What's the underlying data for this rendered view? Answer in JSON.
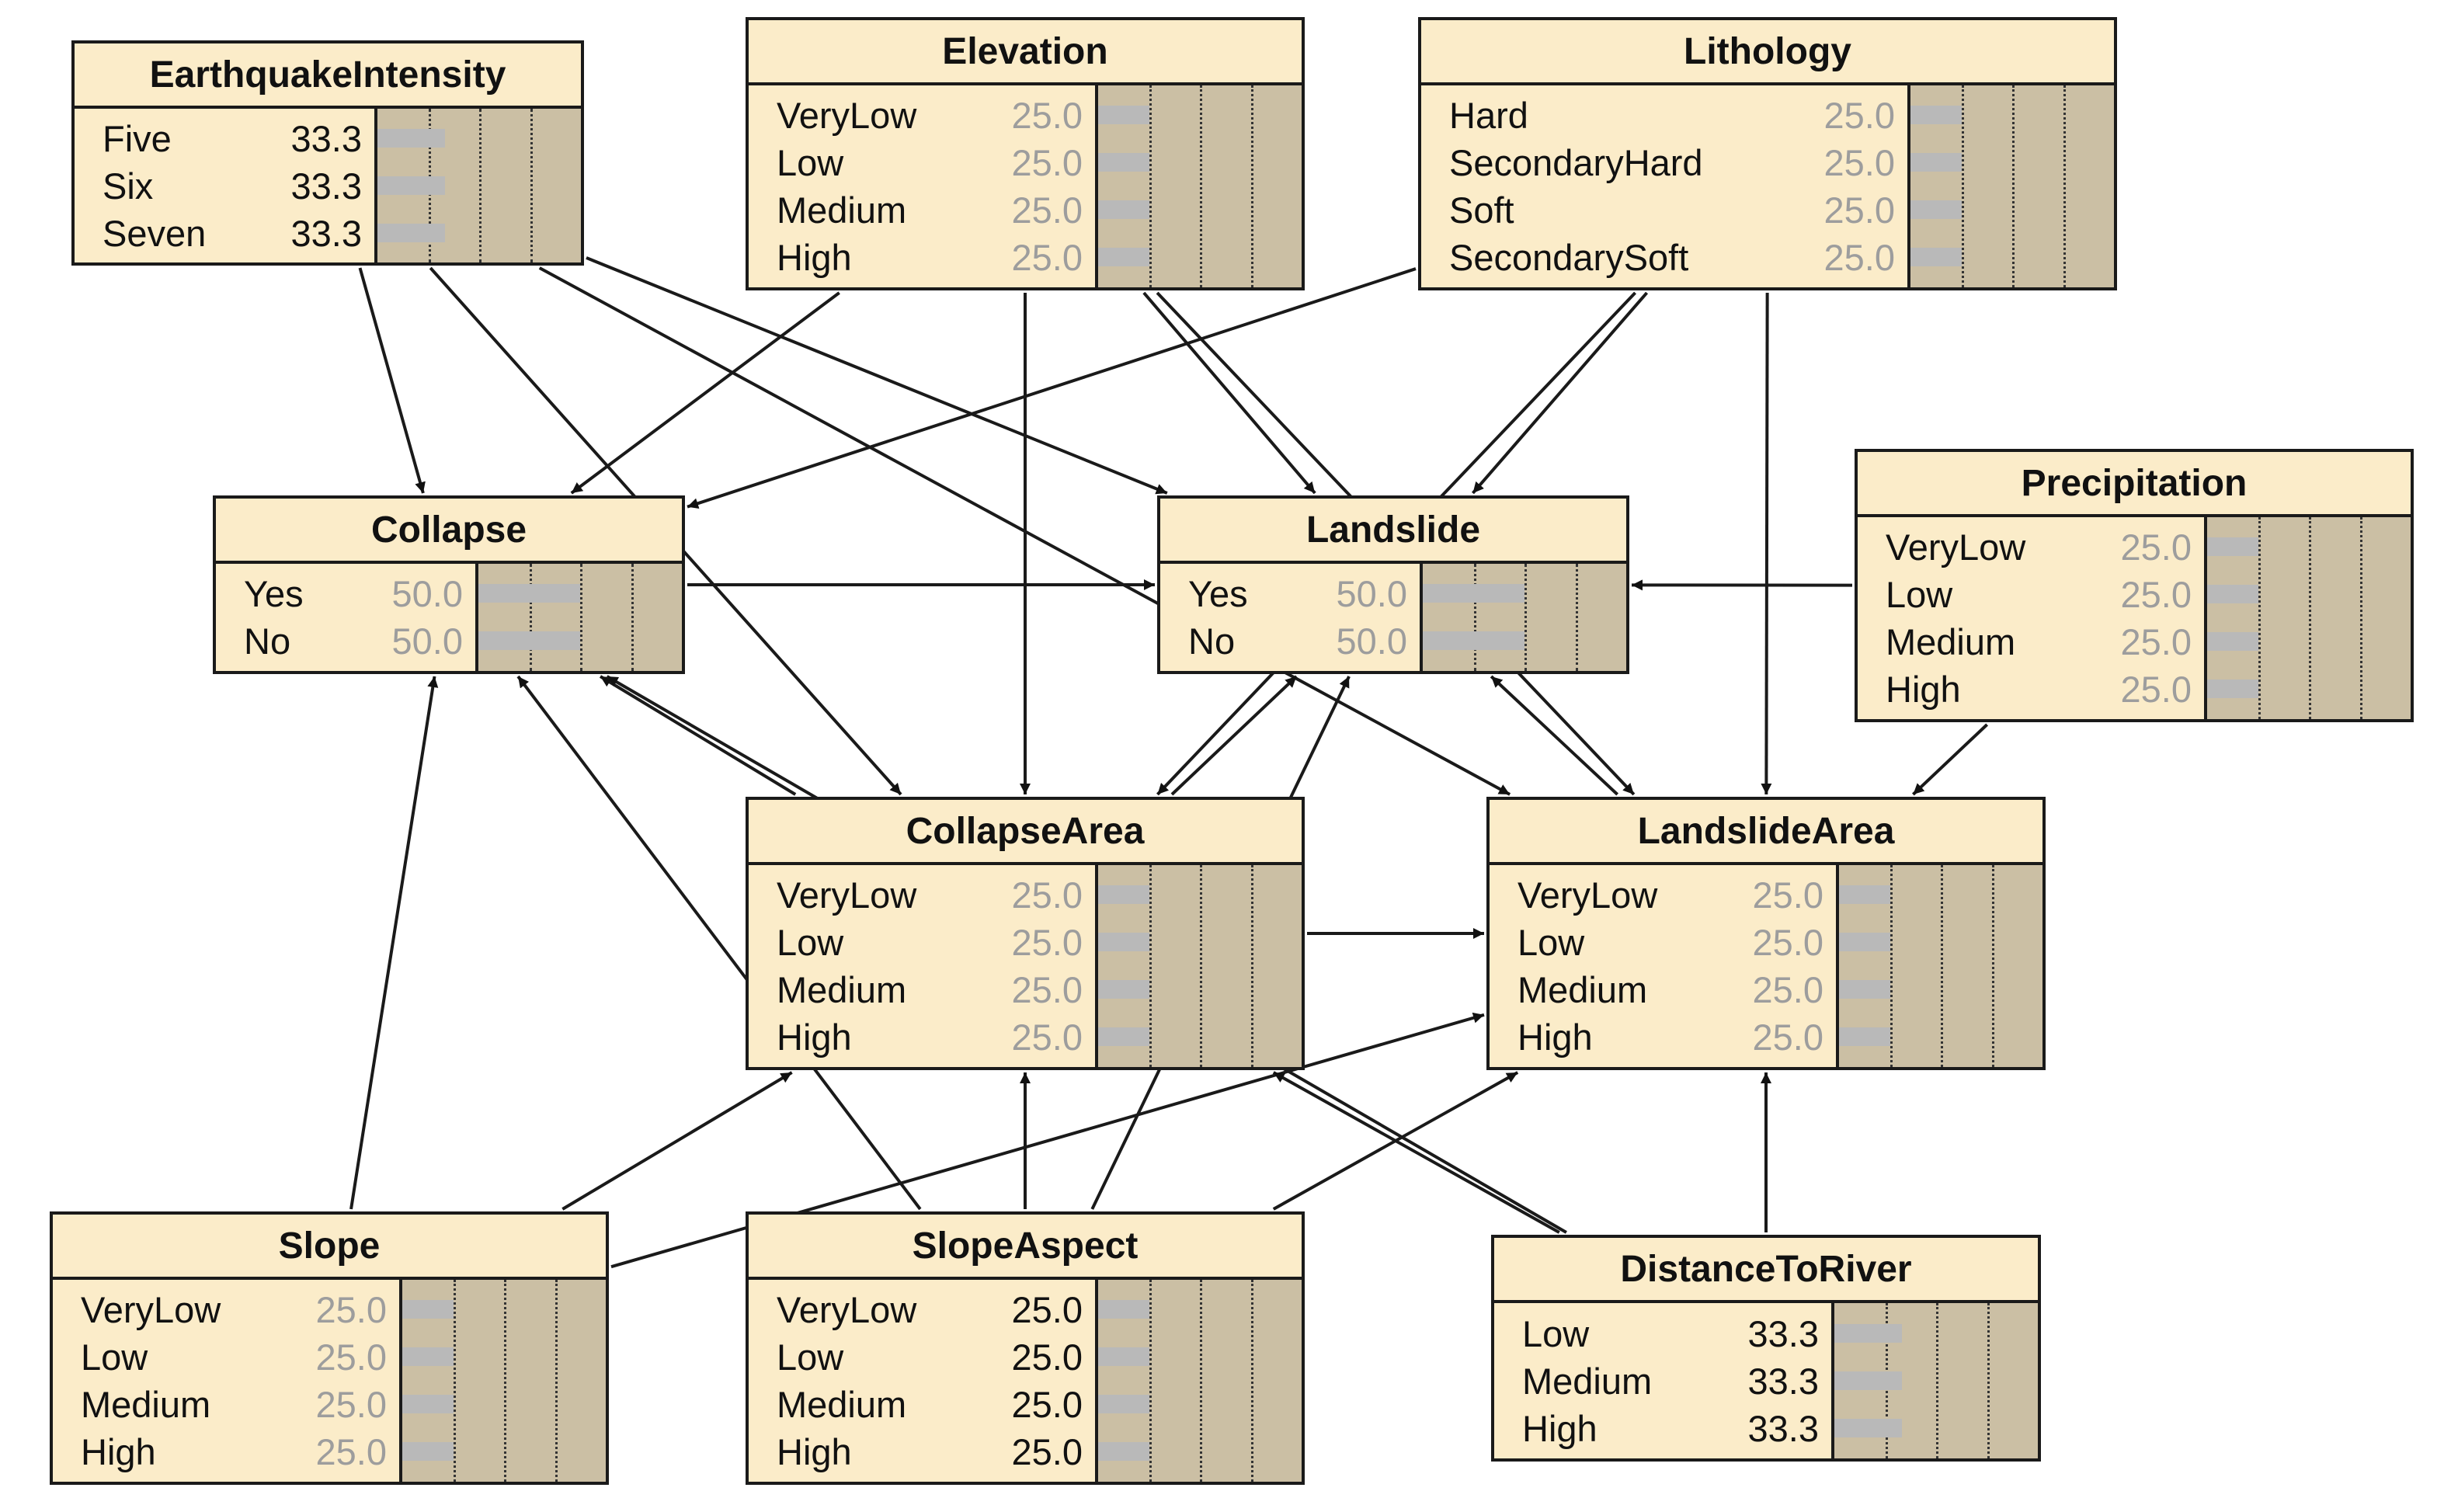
{
  "nodes": [
    {
      "id": "EarthquakeIntensity",
      "title": "EarthquakeIntensity",
      "value_style": "plain",
      "states": [
        {
          "label": "Five",
          "value": "33.3"
        },
        {
          "label": "Six",
          "value": "33.3"
        },
        {
          "label": "Seven",
          "value": "33.3"
        }
      ]
    },
    {
      "id": "Elevation",
      "title": "Elevation",
      "value_style": "muted",
      "states": [
        {
          "label": "VeryLow",
          "value": "25.0"
        },
        {
          "label": "Low",
          "value": "25.0"
        },
        {
          "label": "Medium",
          "value": "25.0"
        },
        {
          "label": "High",
          "value": "25.0"
        }
      ]
    },
    {
      "id": "Lithology",
      "title": "Lithology",
      "value_style": "muted",
      "states": [
        {
          "label": "Hard",
          "value": "25.0"
        },
        {
          "label": "SecondaryHard",
          "value": "25.0"
        },
        {
          "label": "Soft",
          "value": "25.0"
        },
        {
          "label": "SecondarySoft",
          "value": "25.0"
        }
      ]
    },
    {
      "id": "Precipitation",
      "title": "Precipitation",
      "value_style": "muted",
      "states": [
        {
          "label": "VeryLow",
          "value": "25.0"
        },
        {
          "label": "Low",
          "value": "25.0"
        },
        {
          "label": "Medium",
          "value": "25.0"
        },
        {
          "label": "High",
          "value": "25.0"
        }
      ]
    },
    {
      "id": "Collapse",
      "title": "Collapse",
      "value_style": "muted",
      "states": [
        {
          "label": "Yes",
          "value": "50.0"
        },
        {
          "label": "No",
          "value": "50.0"
        }
      ]
    },
    {
      "id": "Landslide",
      "title": "Landslide",
      "value_style": "muted",
      "states": [
        {
          "label": "Yes",
          "value": "50.0"
        },
        {
          "label": "No",
          "value": "50.0"
        }
      ]
    },
    {
      "id": "CollapseArea",
      "title": "CollapseArea",
      "value_style": "muted",
      "states": [
        {
          "label": "VeryLow",
          "value": "25.0"
        },
        {
          "label": "Low",
          "value": "25.0"
        },
        {
          "label": "Medium",
          "value": "25.0"
        },
        {
          "label": "High",
          "value": "25.0"
        }
      ]
    },
    {
      "id": "LandslideArea",
      "title": "LandslideArea",
      "value_style": "muted",
      "states": [
        {
          "label": "VeryLow",
          "value": "25.0"
        },
        {
          "label": "Low",
          "value": "25.0"
        },
        {
          "label": "Medium",
          "value": "25.0"
        },
        {
          "label": "High",
          "value": "25.0"
        }
      ]
    },
    {
      "id": "Slope",
      "title": "Slope",
      "value_style": "muted",
      "states": [
        {
          "label": "VeryLow",
          "value": "25.0"
        },
        {
          "label": "Low",
          "value": "25.0"
        },
        {
          "label": "Medium",
          "value": "25.0"
        },
        {
          "label": "High",
          "value": "25.0"
        }
      ]
    },
    {
      "id": "SlopeAspect",
      "title": "SlopeAspect",
      "value_style": "plain",
      "states": [
        {
          "label": "VeryLow",
          "value": "25.0"
        },
        {
          "label": "Low",
          "value": "25.0"
        },
        {
          "label": "Medium",
          "value": "25.0"
        },
        {
          "label": "High",
          "value": "25.0"
        }
      ]
    },
    {
      "id": "DistanceToRiver",
      "title": "DistanceToRiver",
      "value_style": "plain",
      "states": [
        {
          "label": "Low",
          "value": "33.3"
        },
        {
          "label": "Medium",
          "value": "33.3"
        },
        {
          "label": "High",
          "value": "33.3"
        }
      ]
    }
  ],
  "edges": [
    {
      "from": "EarthquakeIntensity",
      "to": "Collapse"
    },
    {
      "from": "EarthquakeIntensity",
      "to": "Landslide"
    },
    {
      "from": "EarthquakeIntensity",
      "to": "CollapseArea"
    },
    {
      "from": "EarthquakeIntensity",
      "to": "LandslideArea"
    },
    {
      "from": "Elevation",
      "to": "Collapse"
    },
    {
      "from": "Elevation",
      "to": "CollapseArea"
    },
    {
      "from": "Elevation",
      "to": "Landslide"
    },
    {
      "from": "Elevation",
      "to": "LandslideArea"
    },
    {
      "from": "Lithology",
      "to": "Collapse"
    },
    {
      "from": "Lithology",
      "to": "Landslide"
    },
    {
      "from": "Lithology",
      "to": "LandslideArea"
    },
    {
      "from": "Lithology",
      "to": "CollapseArea"
    },
    {
      "from": "Precipitation",
      "to": "Landslide"
    },
    {
      "from": "Precipitation",
      "to": "LandslideArea"
    },
    {
      "from": "Collapse",
      "to": "Landslide"
    },
    {
      "from": "CollapseArea",
      "to": "Collapse"
    },
    {
      "from": "CollapseArea",
      "to": "Landslide"
    },
    {
      "from": "CollapseArea",
      "to": "LandslideArea"
    },
    {
      "from": "LandslideArea",
      "to": "Landslide"
    },
    {
      "from": "Slope",
      "to": "Collapse"
    },
    {
      "from": "Slope",
      "to": "CollapseArea"
    },
    {
      "from": "Slope",
      "to": "LandslideArea"
    },
    {
      "from": "SlopeAspect",
      "to": "Collapse"
    },
    {
      "from": "SlopeAspect",
      "to": "CollapseArea"
    },
    {
      "from": "SlopeAspect",
      "to": "Landslide"
    },
    {
      "from": "SlopeAspect",
      "to": "LandslideArea"
    },
    {
      "from": "DistanceToRiver",
      "to": "LandslideArea"
    },
    {
      "from": "DistanceToRiver",
      "to": "CollapseArea"
    },
    {
      "from": "DistanceToRiver",
      "to": "Collapse"
    }
  ],
  "colors": {
    "node_fill": "#fbecc9",
    "bar_panel": "#cbbfa4",
    "bar_fill": "#b9b9b9",
    "muted_value": "#9d9d9d",
    "line": "#1a1a1a"
  }
}
